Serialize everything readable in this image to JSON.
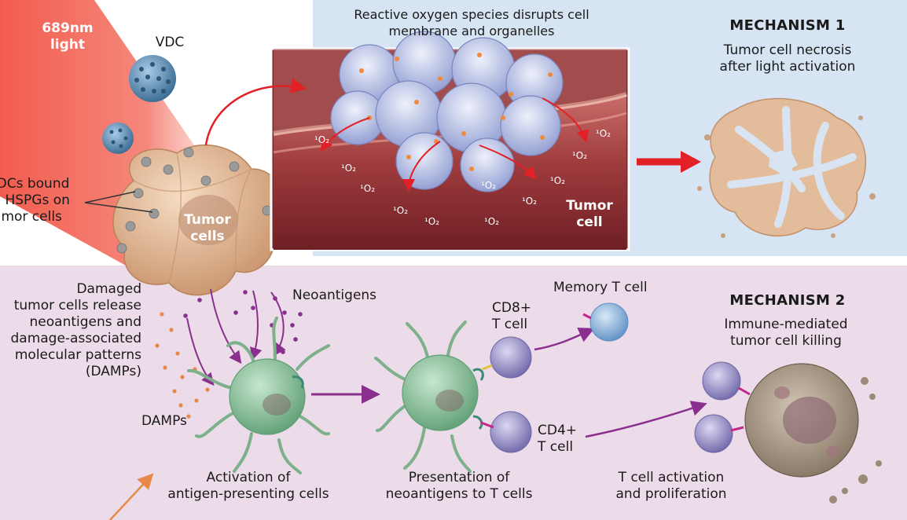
{
  "colors": {
    "top_panel": "#d6e4f3",
    "bottom_panel": "#ecdce9",
    "light_beam": "#f25a4a",
    "tumor_cell": "#e5bd9a",
    "vdc": "#5c8fb7",
    "apc": "#8fc49f",
    "t_cell": "#9a93c7",
    "memory_t_cell": "#8cb4dd",
    "arrow_red": "#e32026",
    "arrow_purple": "#8b2f8f",
    "arrow_orange": "#e8894a"
  },
  "labels": {
    "light": "689nm\nlight",
    "vdc": "VDC",
    "vdcs_bound": "VDCs bound\nto HSPGs on\ntumor cells",
    "tumor_cells": "Tumor\ncells",
    "ros_caption": "Reactive oxygen species disrupts cell\nmembrane and organelles",
    "tumor_cell": "Tumor\ncell",
    "singlet_oxygen": "¹O₂",
    "mechanism1_title": "MECHANISM 1",
    "mechanism1_desc": "Tumor cell necrosis\nafter light activation",
    "damaged_release": "Damaged\ntumor cells release\nneoantigens and\ndamage-associated\nmolecular patterns\n(DAMPs)",
    "neoantigens": "Neoantigens",
    "damps": "DAMPs",
    "activation_apc": "Activation of\nantigen-presenting cells",
    "presentation": "Presentation of\nneoantigens to T cells",
    "cd8": "CD8+\nT cell",
    "cd4": "CD4+\nT cell",
    "memory_t_cell": "Memory T cell",
    "mechanism2_title": "MECHANISM 2",
    "mechanism2_desc": "Immune-mediated\ntumor cell killing",
    "t_cell_activation": "T cell activation\nand proliferation"
  }
}
